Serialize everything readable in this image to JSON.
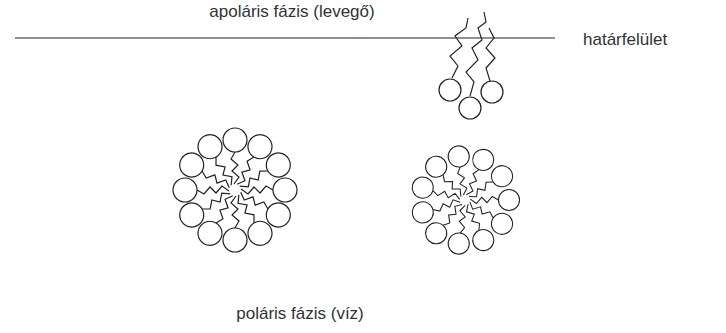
{
  "diagram": {
    "labels": [
      "apoláris fázis (levegő)",
      "határfelület",
      "poláris fázis (víz)"
    ]
  }
}
